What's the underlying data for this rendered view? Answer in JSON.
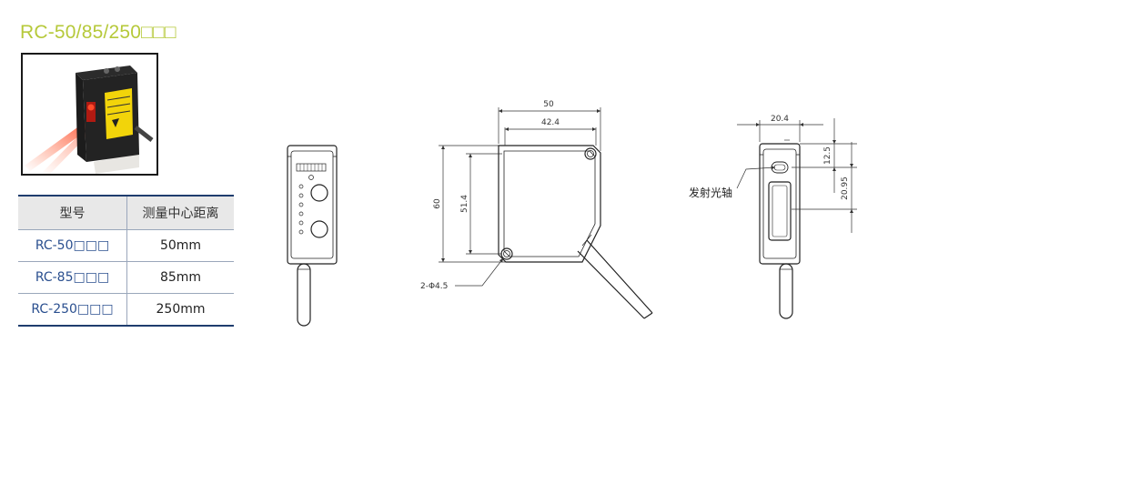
{
  "title": "RC-50/85/250□□□",
  "table": {
    "headers": [
      "型号",
      "测量中心距离"
    ],
    "rows": [
      {
        "model": "RC-50□□□",
        "distance": "50mm"
      },
      {
        "model": "RC-85□□□",
        "distance": "85mm"
      },
      {
        "model": "RC-250□□□",
        "distance": "250mm"
      }
    ]
  },
  "drawing": {
    "dim_width_total": "50",
    "dim_width_inner": "42.4",
    "dim_height_total": "60",
    "dim_height_inner": "51.4",
    "hole_label": "2-Φ4.5",
    "side_width": "20.4",
    "side_offset_top": "12.5",
    "side_offset_axis": "20.95",
    "axis_label": "发射光轴"
  }
}
